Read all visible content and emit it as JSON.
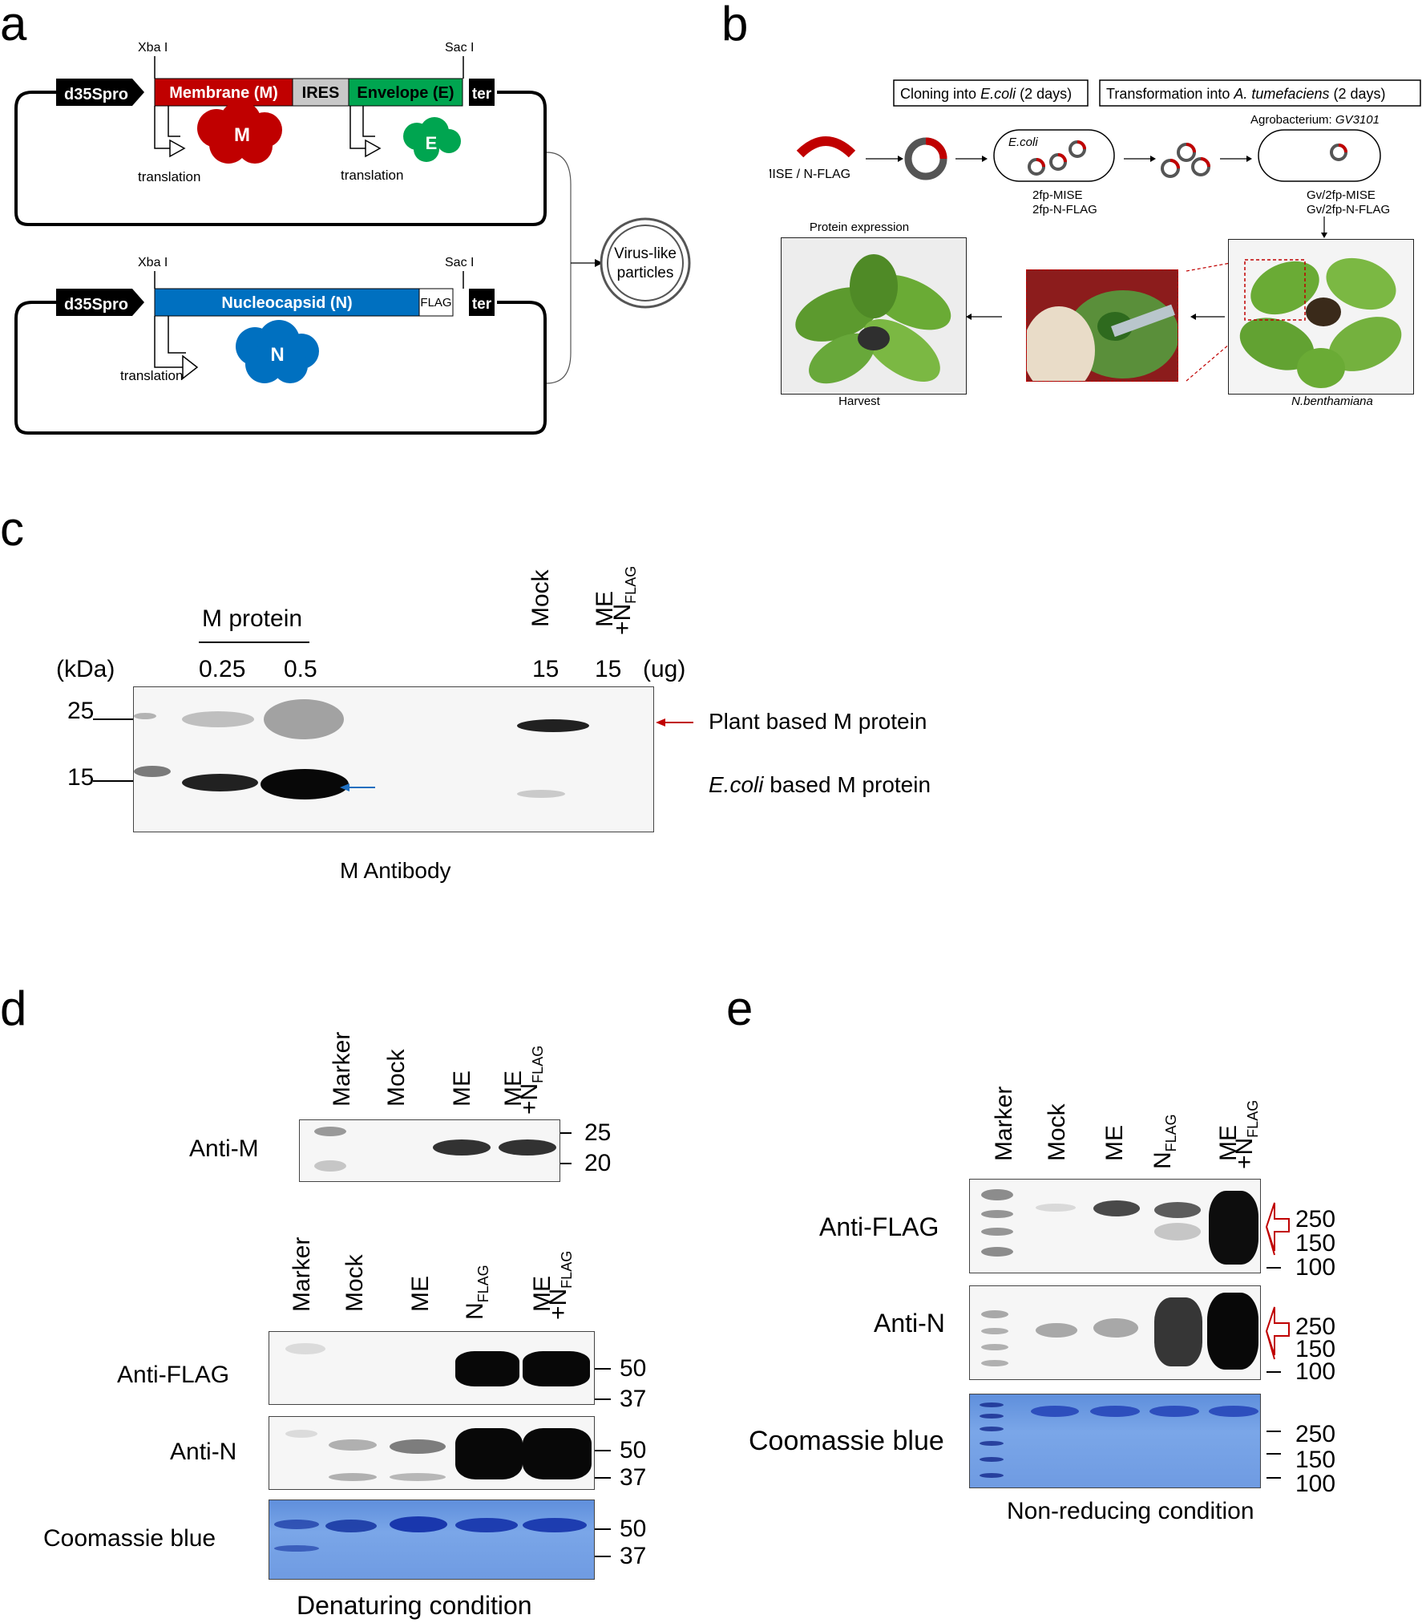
{
  "panels": {
    "a": "a",
    "b": "b",
    "c": "c",
    "d": "d",
    "e": "e"
  },
  "panel_a": {
    "construct1": {
      "promoter": "d35Spro",
      "site_left": "Xba I",
      "site_right": "Sac I",
      "gene1": "Membrane (M)",
      "ires": "IRES",
      "gene2": "Envelope (E)",
      "terminator": "ter",
      "protein1": "M",
      "protein2": "E",
      "translation1": "translation",
      "translation2": "translation"
    },
    "construct2": {
      "promoter": "d35Spro",
      "site_left": "Xba I",
      "site_right": "Sac I",
      "gene": "Nucleocapsid (N)",
      "tag": "FLAG",
      "terminator": "ter",
      "protein": "N",
      "translation": "translation"
    },
    "vlp_line1": "Virus-like",
    "vlp_line2": "particles",
    "colors": {
      "membrane": "#c00000",
      "envelope": "#00a550",
      "nucleocapsid": "#0070c0",
      "ires": "#c8c8c8"
    }
  },
  "panel_b": {
    "step1_pre": "Cloning into ",
    "step1_italic": "E.coli",
    "step1_post": " (2 days)",
    "step2_pre": "Transformation into ",
    "step2_italic": "A. tumefaciens",
    "step2_post": " (2 days)",
    "insert_label": "MISE / N-FLAG",
    "ecoli_label": "E.coli",
    "ecoli_products": [
      "2fp-MISE",
      "2fp-N-FLAG"
    ],
    "agro_pre": "Agrobacterium: ",
    "agro_strain": "GV3101",
    "agro_products": [
      "Gv/2fp-MISE",
      "Gv/2fp-N-FLAG"
    ],
    "protein_expression": "Protein expression",
    "harvest": "Harvest",
    "plant": "N.benthamiana"
  },
  "panel_c": {
    "group_label": "M protein",
    "kda_label": "(kDa)",
    "ug_label": "(ug)",
    "amounts": [
      "0.25",
      "0.5",
      "15",
      "15"
    ],
    "lane_mock": "Mock",
    "lane_me": "ME",
    "lane_nflag_plus": "+N",
    "lane_sub": "FLAG",
    "markers": [
      "25",
      "15"
    ],
    "plant_label": "Plant based M protein",
    "ecoli_italic": "E.coli",
    "ecoli_rest": " based M protein",
    "antibody": "M Antibody"
  },
  "panel_d": {
    "lanes_top": [
      "Marker",
      "Mock",
      "ME",
      "ME"
    ],
    "lanes_bottom": [
      "Marker",
      "Mock",
      "ME",
      "N",
      "ME"
    ],
    "plus_n": "+N",
    "sub": "FLAG",
    "anti_m": "Anti-M",
    "anti_m_markers": [
      "25",
      "20"
    ],
    "anti_flag": "Anti-FLAG",
    "anti_n": "Anti-N",
    "coomassie": "Coomassie blue",
    "markers": [
      "50",
      "37"
    ],
    "condition": "Denaturing condition"
  },
  "panel_e": {
    "lanes": [
      "Marker",
      "Mock",
      "ME",
      "N",
      "ME"
    ],
    "plus_n": "+N",
    "sub": "FLAG",
    "anti_flag": "Anti-FLAG",
    "anti_n": "Anti-N",
    "coomassie": "Coomassie blue",
    "markers": [
      "250",
      "150",
      "100"
    ],
    "condition": "Non-reducing condition"
  }
}
